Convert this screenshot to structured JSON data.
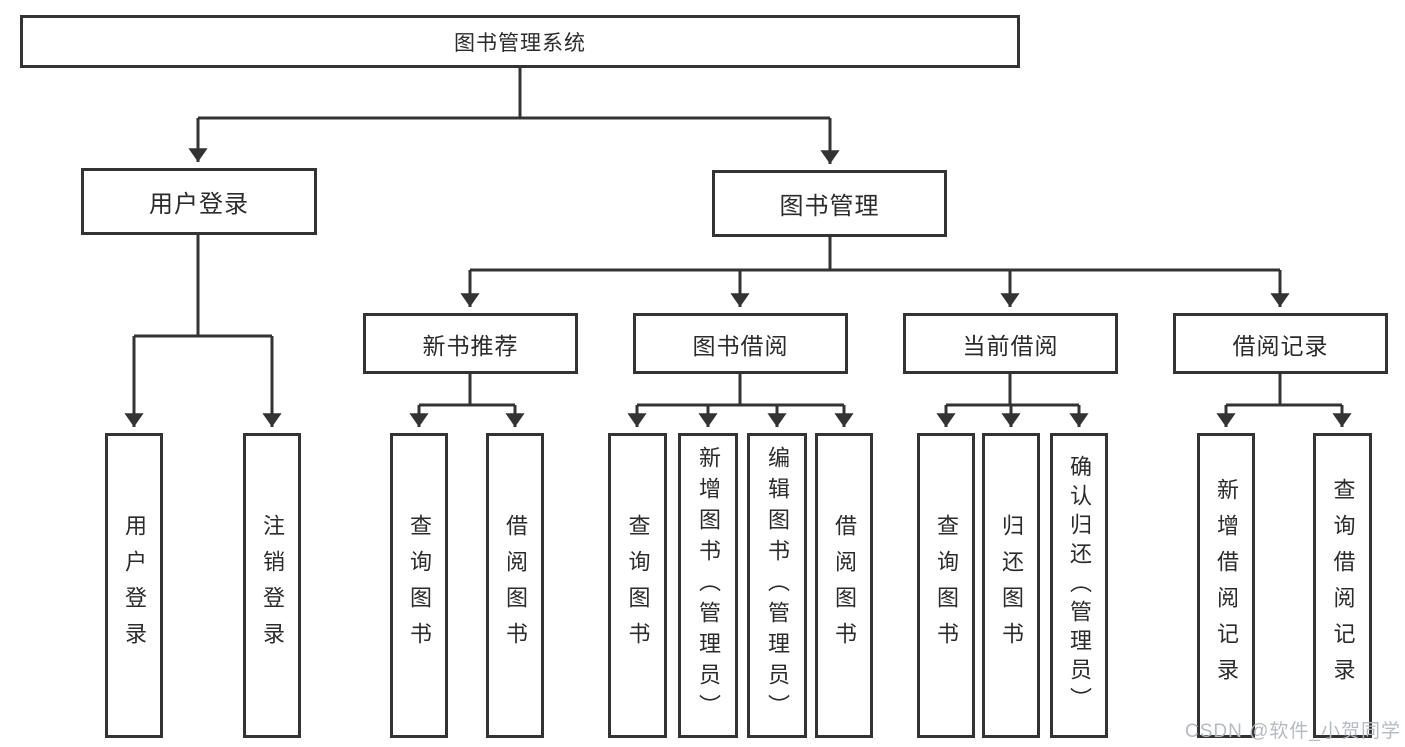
{
  "tree": {
    "root": "图书管理系统",
    "children": [
      {
        "label": "用户登录",
        "children": [
          {
            "label": "用户登录"
          },
          {
            "label": "注销登录"
          }
        ]
      },
      {
        "label": "图书管理",
        "children": [
          {
            "label": "新书推荐",
            "children": [
              {
                "label": "查询图书"
              },
              {
                "label": "借阅图书"
              }
            ]
          },
          {
            "label": "图书借阅",
            "children": [
              {
                "label": "查询图书"
              },
              {
                "label": "新增图书（管理员）"
              },
              {
                "label": "编辑图书（管理员）"
              },
              {
                "label": "借阅图书"
              }
            ]
          },
          {
            "label": "当前借阅",
            "children": [
              {
                "label": "查询图书"
              },
              {
                "label": "归还图书"
              },
              {
                "label": "确认归还（管理员）"
              }
            ]
          },
          {
            "label": "借阅记录",
            "children": [
              {
                "label": "新增借阅记录"
              },
              {
                "label": "查询借阅记录"
              }
            ]
          }
        ]
      }
    ]
  },
  "colors": {
    "line": "#333333",
    "text": "#2b2b2b",
    "watermark": "#b6bac1",
    "background": "#ffffff"
  },
  "watermark": "CSDN @软件_小贺同学"
}
